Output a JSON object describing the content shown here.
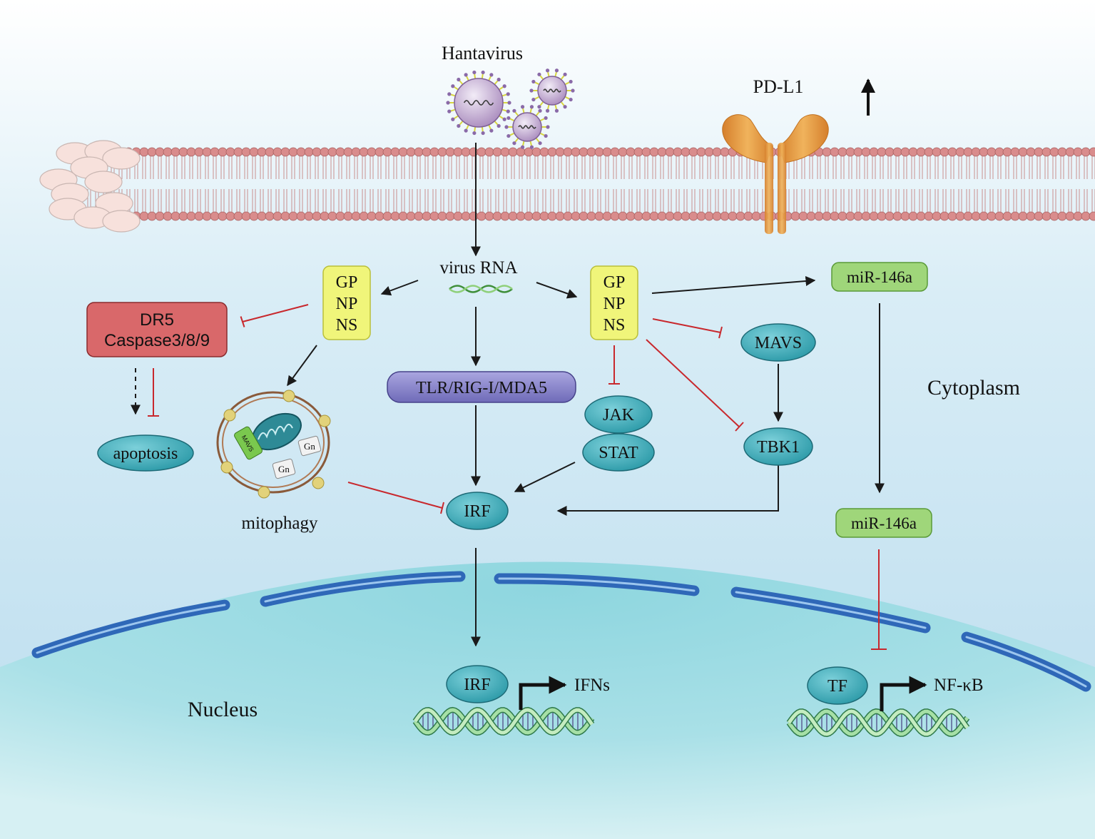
{
  "labels": {
    "hantavirus": "Hantavirus",
    "pdl1": "PD-L1",
    "virus_rna": "virus RNA",
    "cytoplasm": "Cytoplasm",
    "nucleus": "Nucleus",
    "mitophagy": "mitophagy",
    "ifns": "IFNs",
    "nfkb": "NF-κB"
  },
  "nodes": {
    "gp_left": [
      "GP",
      "NP",
      "NS"
    ],
    "gp_right": [
      "GP",
      "NP",
      "NS"
    ],
    "dr5": [
      "DR5",
      "Caspase3/8/9"
    ],
    "apoptosis": "apoptosis",
    "tlr": "TLR/RIG-I/MDA5",
    "jak": "JAK",
    "stat": "STAT",
    "mavs": "MAVS",
    "tbk1": "TBK1",
    "irf_cyto": "IRF",
    "irf_nuc": "IRF",
    "mir_top": "miR-146a",
    "mir_bottom": "miR-146a",
    "tf": "TF",
    "mito_mavs": "MAVS",
    "gn_1": "Gn",
    "gn_2": "Gn"
  },
  "colors": {
    "activation_arrow": "#1a1a1a",
    "inhibition": "#c8282d",
    "viral_protein": "#f0f57a",
    "caspase": "#d9686a",
    "receptor": "#8a86cc",
    "signaling": "#3fa9b7",
    "mirna": "#9fd67a",
    "pdl1": "#e9a24a",
    "membrane_head": "#d98c8c",
    "nucleus": "#7fd0dc",
    "nuclear_envelope": "#3b74c4"
  },
  "icons": [
    "hantavirus-particle-icon",
    "rna-strand-icon",
    "pdl1-receptor-icon",
    "mitochondrion-icon",
    "dna-helix-icon",
    "membrane-bilayer-icon",
    "up-arrow-icon"
  ]
}
